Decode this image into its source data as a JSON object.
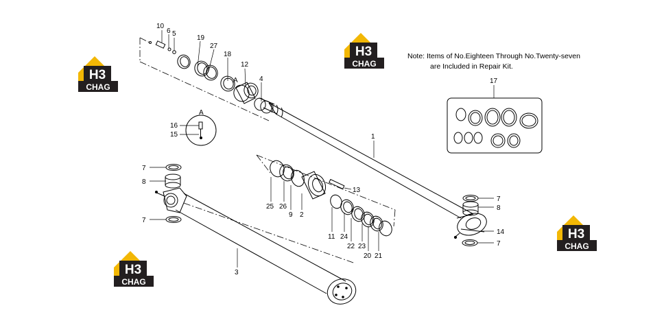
{
  "note": {
    "line1": "Note: Items of No.Eighteen Through No.Twenty-seven",
    "line2": "are Included in Repair Kit."
  },
  "logo": {
    "mark": "H3",
    "text": "CHAG",
    "colors": {
      "yellow": "#f2b705",
      "dark": "#231f20"
    }
  },
  "detail_label": "A",
  "part_labels": {
    "p1": "1",
    "p2": "2",
    "p3": "3",
    "p4": "4",
    "p5": "5",
    "p6": "6",
    "p7a": "7",
    "p7b": "7",
    "p7c": "7",
    "p7d": "7",
    "p8a": "8",
    "p8b": "8",
    "p9": "9",
    "p10": "10",
    "p11": "11",
    "p12": "12",
    "p13": "13",
    "p14": "14",
    "p15": "15",
    "p16": "16",
    "p17": "17",
    "p18": "18",
    "p19": "19",
    "p20": "20",
    "p21": "21",
    "p22": "22",
    "p23": "23",
    "p24": "24",
    "p25": "25",
    "p26": "26",
    "p27": "27"
  }
}
